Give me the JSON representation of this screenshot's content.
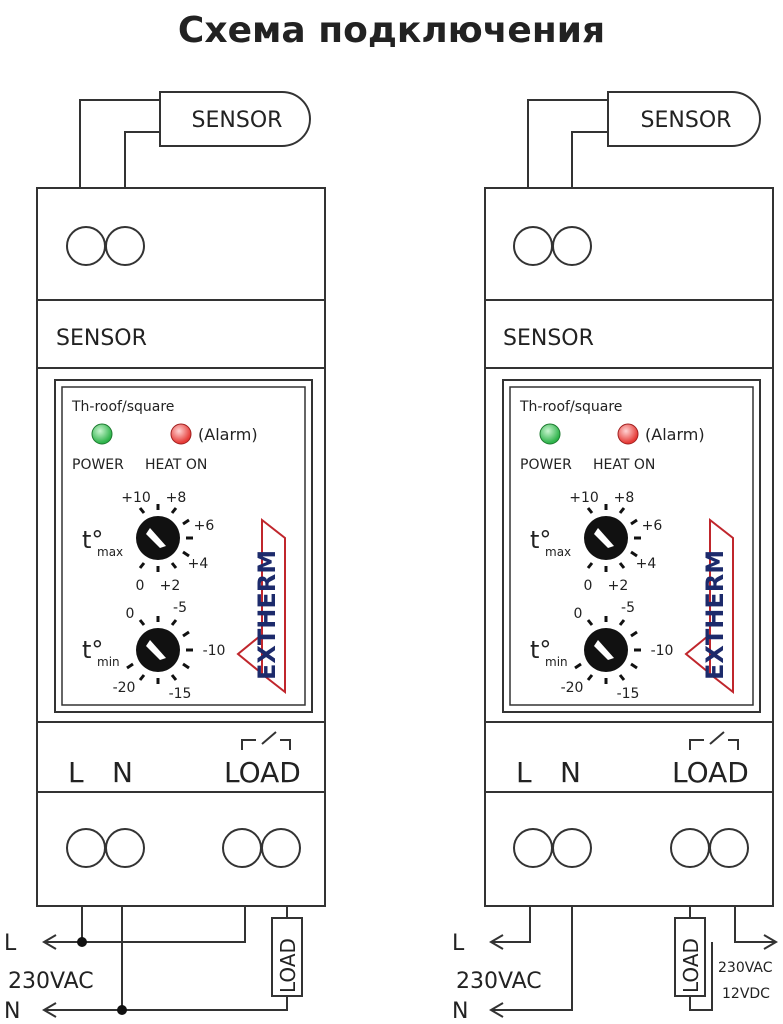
{
  "title": "Схема подключения",
  "left": {
    "sensor_probe": "SENSOR",
    "sensor_label": "SENSOR",
    "model": "Th-roof/square",
    "alarm": "(Alarm)",
    "power": "POWER",
    "heat_on": "HEAT ON",
    "tmax_scale": [
      "+10",
      "+8",
      "+6",
      "+4",
      "+2",
      "0"
    ],
    "tmin_scale": [
      "0",
      "-5",
      "-10",
      "-15",
      "-20"
    ],
    "tmax_label": "t°",
    "tmax_sub": "max",
    "tmin_label": "t°",
    "tmin_sub": "min",
    "brand": "EXTHERM",
    "terminal_l": "L",
    "terminal_n": "N",
    "terminal_load": "LOAD",
    "line_l": "L",
    "line_n": "N",
    "supply": "230VAC",
    "load_box": "LOAD"
  },
  "right": {
    "sensor_probe": "SENSOR",
    "sensor_label": "SENSOR",
    "model": "Th-roof/square",
    "alarm": "(Alarm)",
    "power": "POWER",
    "heat_on": "HEAT ON",
    "tmax_scale": [
      "+10",
      "+8",
      "+6",
      "+4",
      "+2",
      "0"
    ],
    "tmin_scale": [
      "0",
      "-5",
      "-10",
      "-15",
      "-20"
    ],
    "tmax_label": "t°",
    "tmax_sub": "max",
    "tmin_label": "t°",
    "tmin_sub": "min",
    "brand": "EXTHERM",
    "terminal_l": "L",
    "terminal_n": "N",
    "terminal_load": "LOAD",
    "line_l": "L",
    "line_n": "N",
    "supply": "230VAC",
    "load_box": "LOAD",
    "out_ac": "230VAC",
    "out_dc": "12VDC"
  },
  "colors": {
    "power_led": "#2db34a",
    "alarm_led": "#e53935",
    "brand": "#1c2a6b",
    "brand_accent": "#c0262c"
  }
}
